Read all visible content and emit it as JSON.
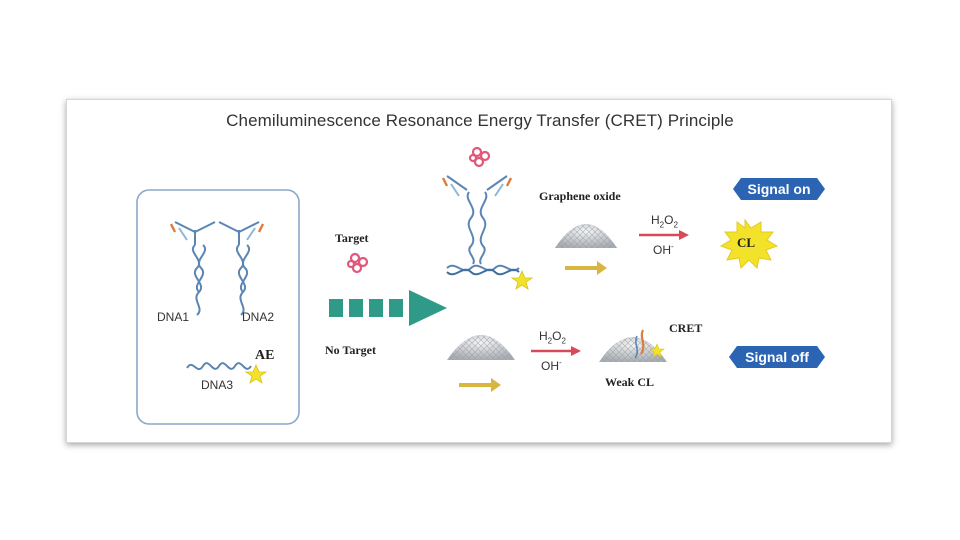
{
  "title": "Chemiluminescence Resonance Energy Transfer (CRET) Principle",
  "labels": {
    "dna1": "DNA1",
    "dna2": "DNA2",
    "dna3": "DNA3",
    "ae": "AE",
    "target": "Target",
    "no_target": "No Target",
    "graphene_oxide": "Graphene oxide",
    "cl": "CL",
    "cret": "CRET",
    "weak_cl": "Weak CL",
    "signal_on": "Signal on",
    "signal_off": "Signal off"
  },
  "reaction": {
    "h2o2_h": "H",
    "h2o2_sub1": "2",
    "h2o2_o": "O",
    "h2o2_sub2": "2",
    "oh": "OH",
    "oh_sup": "-"
  },
  "colors": {
    "panel_border": "#8aa8c8",
    "dna_blue": "#5b86b4",
    "arrow_teal": "#2f9a88",
    "badge_blue": "#2c64b4",
    "star_yellow": "#f2e22a",
    "target_pink": "#e2567a",
    "reaction_arrow": "#d64a5a",
    "yellow_arrow": "#d8b640"
  }
}
